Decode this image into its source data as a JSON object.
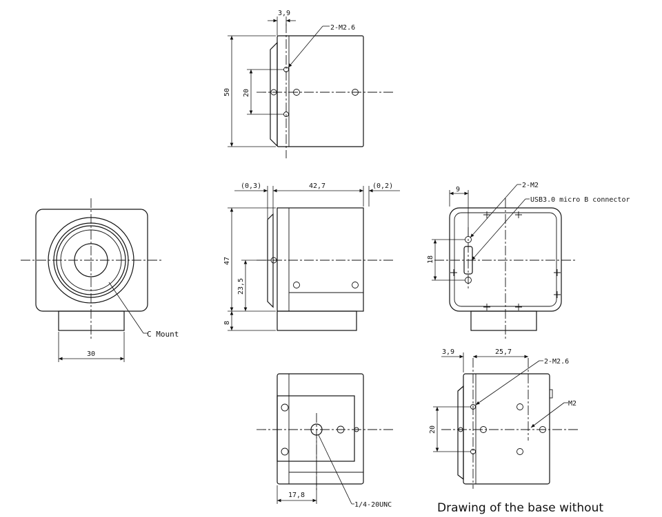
{
  "labels": {
    "top_dim_w": "3,9",
    "top_callout": "2-M2.6",
    "top_h": "50",
    "top_sep": "20",
    "side_left": "(0,3)",
    "side_body": "42,7",
    "side_right": "(0,2)",
    "side_h": "47",
    "side_axis": "23,5",
    "side_foot": "8",
    "front_mount": "C Mount",
    "front_w": "30",
    "rear_w": "9",
    "rear_callout1": "2-M2",
    "rear_callout2": "USB3.0 micro B connector",
    "rear_sep": "18",
    "bottom_off": "17,8",
    "bottom_tripod": "1/4-20UNC",
    "base_w1": "3,9",
    "base_w2": "25,7",
    "base_callout1": "2-M2.6",
    "base_callout2": "M2",
    "base_sep": "20"
  },
  "caption": "Drawing of the base without"
}
